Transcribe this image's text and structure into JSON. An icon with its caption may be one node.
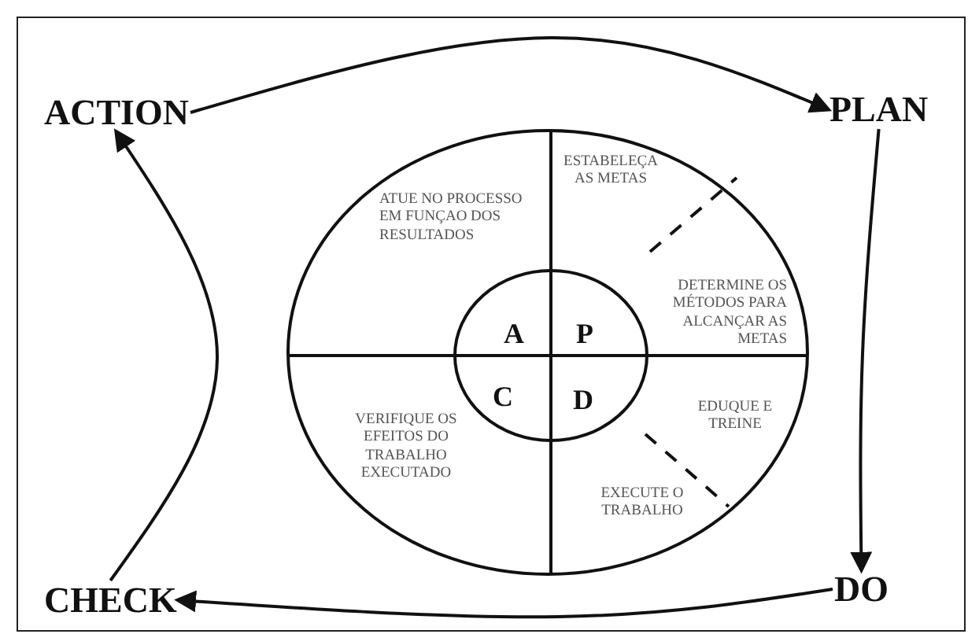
{
  "diagram": {
    "nodes": [
      {
        "text": [
          "ACTION"
        ]
      },
      {
        "text": [
          "PLAN"
        ]
      },
      {
        "text": [
          "CHECK"
        ]
      },
      {
        "text": [
          "DO"
        ]
      }
    ],
    "edges": [
      {
        "from": 0,
        "to": 1,
        "arrow": "to"
      },
      {
        "from": 1,
        "to": 3,
        "arrow": "to"
      },
      {
        "from": 3,
        "to": 2,
        "arrow": "to"
      },
      {
        "from": 2,
        "to": 0,
        "arrow": "to"
      }
    ],
    "labels": [
      "ESTABELEÇA AS METAS",
      "ATUE NO PROCESSO EM FUNÇAO DOS RESULTADOS",
      "DETERMINE OS MÉTODOS PARA ALCANÇAR AS METAS",
      "A",
      "P",
      "C",
      "D",
      "EDUQUE E TREINE",
      "VERIFIQUE OS EFEITOS DO TRABALHO EXECUTADO",
      "EXECUTE O TRABALHO"
    ]
  }
}
